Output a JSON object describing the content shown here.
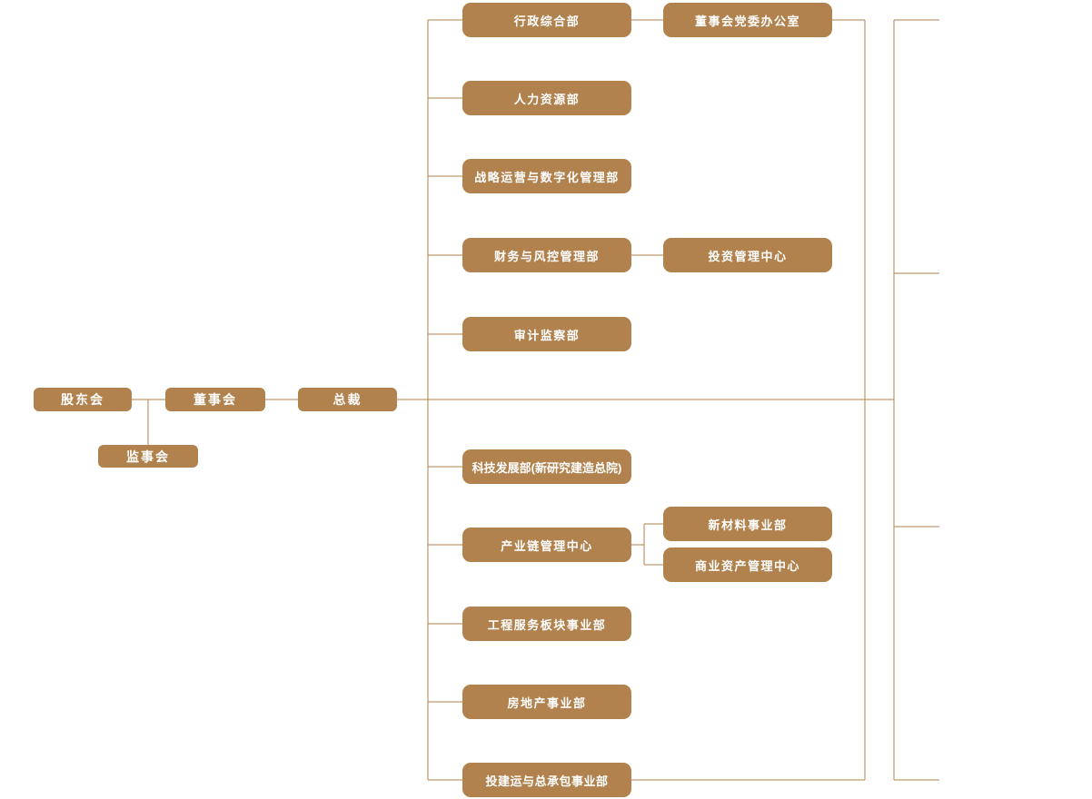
{
  "diagram": {
    "type": "org-chart",
    "colors": {
      "node_fill": "#B1824E",
      "node_text": "#FFFFFF",
      "connector": "#B1824E",
      "background": "#FFFFFF"
    },
    "governance": {
      "shareholders_meeting": "股东会",
      "board_of_directors": "董事会",
      "president": "总裁",
      "supervisory_board": "监事会"
    },
    "departments": [
      {
        "label": "行政综合部"
      },
      {
        "label": "人力资源部"
      },
      {
        "label": "战略运营与数字化管理部"
      },
      {
        "label": "财务与风控管理部"
      },
      {
        "label": "审计监察部"
      },
      {
        "label": "科技发展部(新研究建造总院)"
      },
      {
        "label": "产业链管理中心"
      },
      {
        "label": "工程服务板块事业部"
      },
      {
        "label": "房地产事业部"
      },
      {
        "label": "投建运与总承包事业部"
      }
    ],
    "sub_departments": [
      {
        "label": "董事会党委办公室",
        "parent": "行政综合部"
      },
      {
        "label": "投资管理中心",
        "parent": "财务与风控管理部"
      },
      {
        "label": "新材料事业部",
        "parent": "产业链管理中心"
      },
      {
        "label": "商业资产管理中心",
        "parent": "产业链管理中心"
      }
    ]
  }
}
